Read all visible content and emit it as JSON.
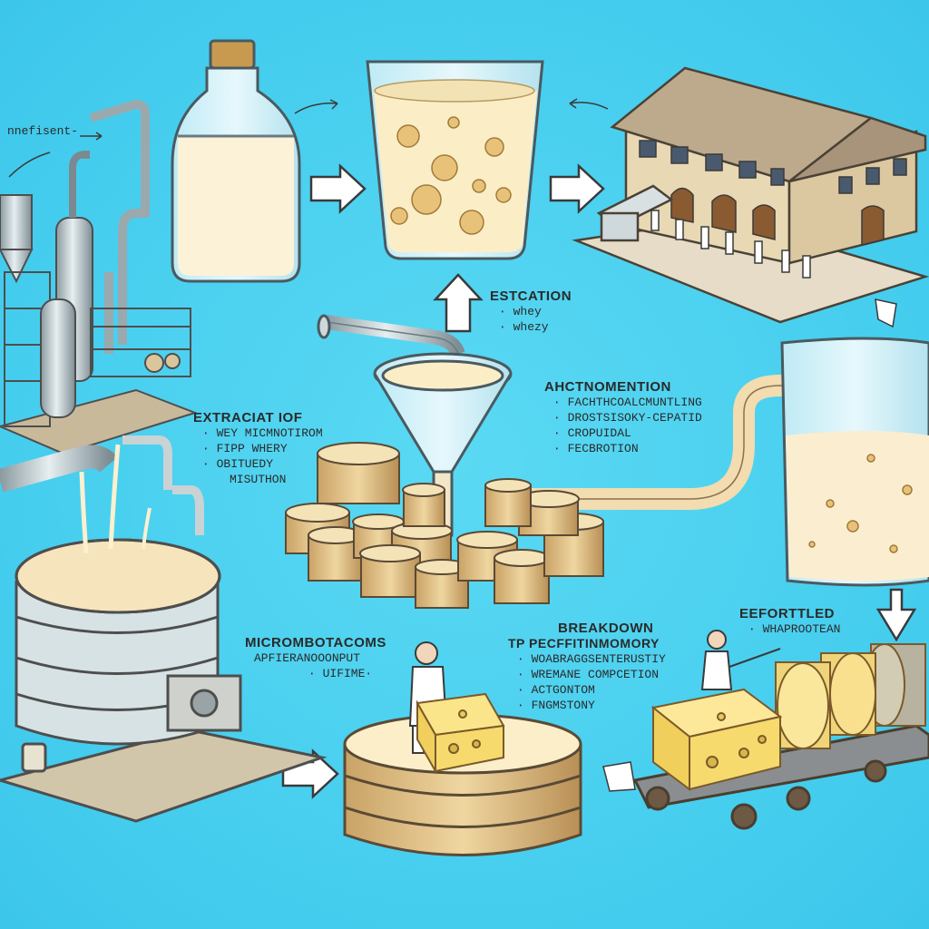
{
  "labels": {
    "top_left": "nnefisent-",
    "estcation": {
      "heading": "ESTCATION",
      "items": [
        "∙ whey",
        "∙ whezy"
      ]
    },
    "extraction": {
      "heading": "EXTRACIAT IOF",
      "items": [
        "∙ WEY MICMNOTIROM",
        "∙ FIPP WHERY",
        "∙ OBITUEDY",
        "MISUTHON"
      ]
    },
    "fermentation": {
      "heading": "AHCTNOMENTION",
      "items": [
        "∙ FACHTHCOALCMUNTLING",
        "∙ DROSTSISOKY-CEPATID",
        "∙ CROPUIDAL",
        "∙ FECBROTION"
      ]
    },
    "microbes": {
      "heading": "MICROMBOTACOMS",
      "items": [
        "APFIERANOOONPUT",
        "∙ UIFIME∙"
      ]
    },
    "breakdown": {
      "heading": "BREAKDOWN",
      "subheading": "TP PECFFITINMOMORY",
      "items": [
        "∙ WOABRAGGSENTERUSTIY",
        "∙ WREMANE COMPCETION",
        "∙ ACTGONTOM",
        "∙ FNGMSTONY"
      ]
    },
    "fortified": {
      "heading": "EEFORTTLED",
      "items": [
        "∙ WHAPROOTEAN"
      ]
    }
  },
  "colors": {
    "background": "#4fd3f0",
    "cream": "#fbf0cf",
    "cheese": "#f6dd7a",
    "outline": "#5a4a36",
    "wheel": "#e6c792"
  }
}
